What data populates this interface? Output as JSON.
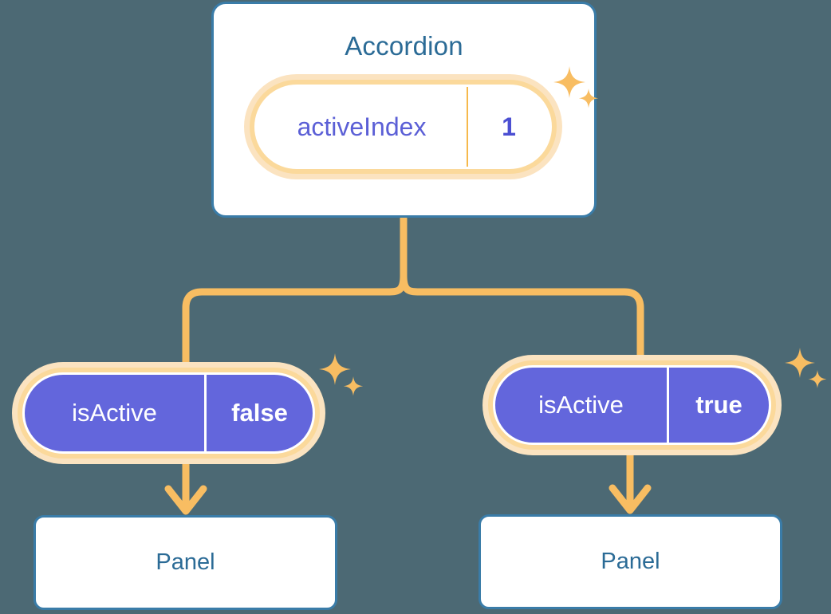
{
  "background_color": "#4c6974",
  "colors": {
    "card_border": "#3a7ca8",
    "card_title_text": "#2b6b96",
    "pill_ring": "#f6b94c",
    "pill_halo": "#fbe3c0",
    "pill_solid_fill": "#6366dc",
    "pill_key_text": "#5b5fd6",
    "connector": "#f8bd62",
    "sparkle": "#f8bd62"
  },
  "diagram": {
    "type": "component-state-tree",
    "root": {
      "title": "Accordion",
      "state": {
        "key": "activeIndex",
        "value": "1"
      }
    },
    "branches": [
      {
        "state": {
          "key": "isActive",
          "value": "false"
        },
        "child_title": "Panel"
      },
      {
        "state": {
          "key": "isActive",
          "value": "true"
        },
        "child_title": "Panel"
      }
    ]
  },
  "icons": {
    "sparkle": "sparkle-icon",
    "arrow_down": "arrow-down-icon"
  }
}
